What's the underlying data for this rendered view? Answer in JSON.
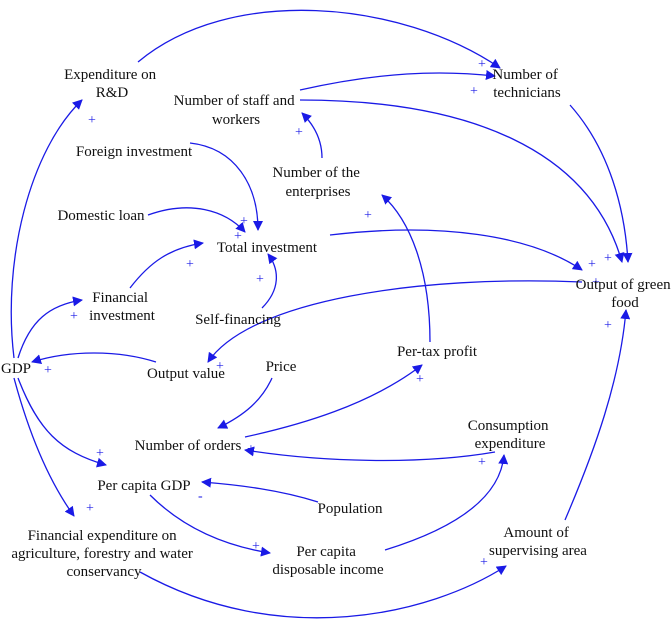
{
  "diagram": {
    "nodes": {
      "expenditure_rd": [
        "Expenditure on",
        "R&D"
      ],
      "number_technicians": [
        "Number of",
        "technicians"
      ],
      "staff_workers": [
        "Number of staff and",
        "workers"
      ],
      "foreign_investment": [
        "Foreign investment"
      ],
      "number_enterprises": [
        "Number of the",
        "enterprises"
      ],
      "domestic_loan": [
        "Domestic loan"
      ],
      "total_investment": [
        "Total investment"
      ],
      "output_green_food": [
        "Output of green",
        "food"
      ],
      "financial_investment": [
        "Financial",
        "investment"
      ],
      "self_financing": [
        "Self-financing"
      ],
      "gdp": [
        "GDP"
      ],
      "output_value": [
        "Output value"
      ],
      "price": [
        "Price"
      ],
      "pertax_profit": [
        "Per-tax profit"
      ],
      "number_orders": [
        "Number of orders"
      ],
      "consumption_expenditure": [
        "Consumption",
        "expenditure"
      ],
      "per_capita_gdp": [
        "Per capita GDP"
      ],
      "population": [
        "Population"
      ],
      "financial_expenditure": [
        "Financial expenditure on",
        "agriculture, forestry and water",
        "conservancy"
      ],
      "per_capita_income": [
        "Per capita",
        "disposable income"
      ],
      "supervising_area": [
        "Amount of",
        "supervising area"
      ]
    },
    "links": [
      {
        "from": "expenditure_rd",
        "to": "number_technicians",
        "polarity": "+"
      },
      {
        "from": "staff_workers",
        "to": "number_technicians",
        "polarity": "+"
      },
      {
        "from": "number_technicians",
        "to": "output_green_food",
        "polarity": "+"
      },
      {
        "from": "staff_workers",
        "to": "output_green_food",
        "polarity": "+"
      },
      {
        "from": "number_enterprises",
        "to": "staff_workers",
        "polarity": "+"
      },
      {
        "from": "foreign_investment",
        "to": "total_investment",
        "polarity": "+"
      },
      {
        "from": "domestic_loan",
        "to": "total_investment",
        "polarity": "+"
      },
      {
        "from": "financial_investment",
        "to": "total_investment",
        "polarity": "+"
      },
      {
        "from": "self_financing",
        "to": "total_investment",
        "polarity": "+"
      },
      {
        "from": "total_investment",
        "to": "output_green_food",
        "polarity": "+"
      },
      {
        "from": "output_green_food",
        "to": "output_value",
        "polarity": "+"
      },
      {
        "from": "output_value",
        "to": "gdp",
        "polarity": "+"
      },
      {
        "from": "gdp",
        "to": "expenditure_rd",
        "polarity": "+"
      },
      {
        "from": "gdp",
        "to": "financial_investment",
        "polarity": "+"
      },
      {
        "from": "gdp",
        "to": "per_capita_gdp",
        "polarity": "+"
      },
      {
        "from": "gdp",
        "to": "financial_expenditure",
        "polarity": "+"
      },
      {
        "from": "pertax_profit",
        "to": "number_enterprises",
        "polarity": "+"
      },
      {
        "from": "number_orders",
        "to": "pertax_profit",
        "polarity": "+"
      },
      {
        "from": "price",
        "to": "number_orders",
        "polarity": ""
      },
      {
        "from": "consumption_expenditure",
        "to": "number_orders",
        "polarity": "+"
      },
      {
        "from": "population",
        "to": "per_capita_gdp",
        "polarity": "-"
      },
      {
        "from": "per_capita_gdp",
        "to": "per_capita_income",
        "polarity": "+"
      },
      {
        "from": "per_capita_income",
        "to": "consumption_expenditure",
        "polarity": "+"
      },
      {
        "from": "financial_expenditure",
        "to": "supervising_area",
        "polarity": "+"
      },
      {
        "from": "supervising_area",
        "to": "output_green_food",
        "polarity": "+"
      }
    ]
  },
  "colors": {
    "link": "#1a1ae6",
    "text": "#111111",
    "background": "#ffffff"
  }
}
